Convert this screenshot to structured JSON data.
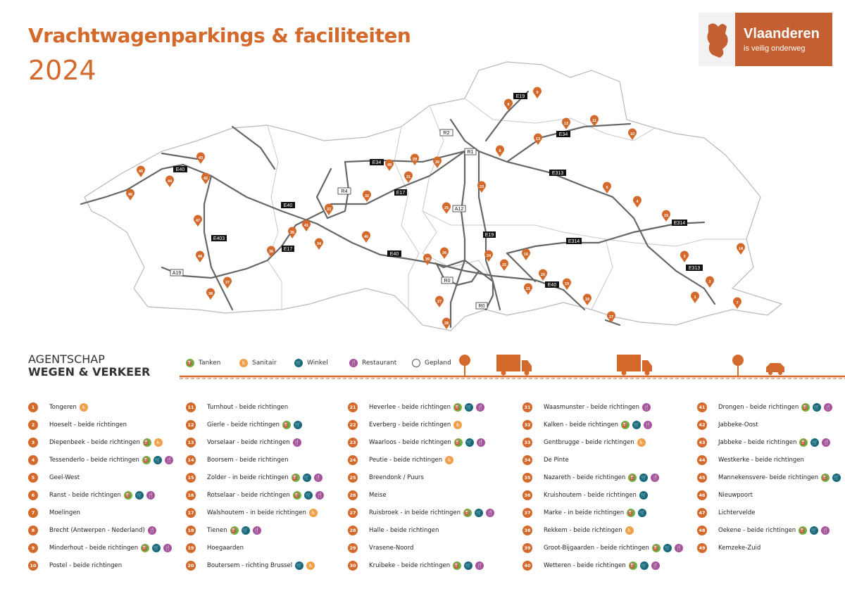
{
  "title": "Vrachtwagenparkings & faciliteiten",
  "year": "2024",
  "logo": {
    "name": "Vlaanderen",
    "tagline": "is veilig onderweg"
  },
  "agency": {
    "line1": "AGENTSCHAP",
    "line2": "WEGEN & VERKEER"
  },
  "colors": {
    "accent": "#d4692c",
    "tanken": "#6db33f",
    "sanitair": "#f0a04b",
    "winkel": "#16697a",
    "restaurant": "#a8519d"
  },
  "legend": {
    "tanken": "Tanken",
    "sanitair": "Sanitair",
    "winkel": "Winkel",
    "restaurant": "Restaurant",
    "gepland": "Gepland"
  },
  "road_labels": [
    "E19",
    "R2",
    "R1",
    "E34",
    "E34",
    "E313",
    "E40",
    "R4",
    "E17",
    "A12",
    "E40",
    "E403",
    "E17",
    "E19",
    "E40",
    "E314",
    "E314",
    "E313",
    "A19",
    "R0",
    "R0",
    "E40"
  ],
  "parkings": [
    {
      "n": "1",
      "name": "Tongeren",
      "f": [
        "san"
      ]
    },
    {
      "n": "2",
      "name": "Hoeselt - beide richtingen",
      "f": []
    },
    {
      "n": "3",
      "name": "Diepenbeek - beide richtingen",
      "f": [
        "tank",
        "san"
      ]
    },
    {
      "n": "4",
      "name": "Tessenderlo - beide richtingen",
      "f": [
        "tank",
        "win",
        "res"
      ]
    },
    {
      "n": "5",
      "name": "Geel-West",
      "f": []
    },
    {
      "n": "6",
      "name": "Ranst - beide richtingen",
      "f": [
        "tank",
        "win",
        "res"
      ]
    },
    {
      "n": "7",
      "name": "Moelingen",
      "f": []
    },
    {
      "n": "8",
      "name": "Brecht (Antwerpen - Nederland)",
      "f": [
        "res"
      ]
    },
    {
      "n": "9",
      "name": "Minderhout - beide richtingen",
      "f": [
        "tank",
        "win",
        "res"
      ]
    },
    {
      "n": "10",
      "name": "Postel - beide richtingen",
      "f": []
    },
    {
      "n": "11",
      "name": "Turnhout - beide richtingen",
      "f": []
    },
    {
      "n": "12",
      "name": "Gierle - beide richtingen",
      "f": [
        "tank",
        "win"
      ]
    },
    {
      "n": "13",
      "name": "Vorselaar - beide richtingen",
      "f": [
        "res"
      ]
    },
    {
      "n": "14",
      "name": "Boorsem - beide richtingen",
      "f": []
    },
    {
      "n": "15",
      "name": "Zolder - in beide richtingen",
      "f": [
        "tank",
        "win",
        "res"
      ]
    },
    {
      "n": "16",
      "name": "Rotselaar - beide richtingen",
      "f": [
        "tank",
        "win",
        "res"
      ]
    },
    {
      "n": "17",
      "name": "Walshoutem - in beide richtingen",
      "f": [
        "san"
      ]
    },
    {
      "n": "18",
      "name": "Tienen",
      "f": [
        "tank",
        "win",
        "res"
      ]
    },
    {
      "n": "19",
      "name": "Hoegaarden",
      "f": []
    },
    {
      "n": "20",
      "name": "Boutersem - richting Brussel",
      "f": [
        "win",
        "san"
      ]
    },
    {
      "n": "21",
      "name": "Heverlee - beide richtingen",
      "f": [
        "tank",
        "win",
        "res"
      ]
    },
    {
      "n": "22",
      "name": "Everberg - beide richtingen",
      "f": [
        "san"
      ]
    },
    {
      "n": "23",
      "name": "Waarloos - beide richtingen",
      "f": [
        "tank",
        "win",
        "res"
      ]
    },
    {
      "n": "24",
      "name": "Peutie - beide richtingen",
      "f": [
        "san"
      ]
    },
    {
      "n": "25",
      "name": "Breendonk / Puurs",
      "f": []
    },
    {
      "n": "26",
      "name": "Meise",
      "f": []
    },
    {
      "n": "27",
      "name": "Ruisbroek - in beide richtingen",
      "f": [
        "tank",
        "win",
        "res"
      ]
    },
    {
      "n": "28",
      "name": "Halle - beide richtingen",
      "f": []
    },
    {
      "n": "29",
      "name": "Vrasene-Noord",
      "f": []
    },
    {
      "n": "30",
      "name": "Kruibeke - beide richtingen",
      "f": [
        "tank",
        "win",
        "res"
      ]
    },
    {
      "n": "31",
      "name": "Waasmunster - beide richtingen",
      "f": [
        "res"
      ]
    },
    {
      "n": "32",
      "name": "Kalken - beide richtingen",
      "f": [
        "tank",
        "win",
        "res"
      ]
    },
    {
      "n": "33",
      "name": "Gentbrugge - beide richtingen",
      "f": [
        "san"
      ]
    },
    {
      "n": "34",
      "name": "De Pinte",
      "f": []
    },
    {
      "n": "35",
      "name": "Nazareth - beide richtingen",
      "f": [
        "tank",
        "win",
        "res"
      ]
    },
    {
      "n": "36",
      "name": "Kruishoutem - beide richtingen",
      "f": [
        "win"
      ]
    },
    {
      "n": "37",
      "name": "Marke - in beide richtingen",
      "f": [
        "tank",
        "win"
      ]
    },
    {
      "n": "38",
      "name": "Rekkem - beide richtingen",
      "f": [
        "san"
      ]
    },
    {
      "n": "39",
      "name": "Groot-Bijgaarden - beide richtingen",
      "f": [
        "tank",
        "win",
        "res"
      ]
    },
    {
      "n": "40",
      "name": "Wetteren - beide richtingen",
      "f": [
        "tank",
        "win",
        "res"
      ]
    },
    {
      "n": "41",
      "name": "Drongen - beide richtingen",
      "f": [
        "tank",
        "win",
        "res"
      ]
    },
    {
      "n": "42",
      "name": "Jabbeke-Oost",
      "f": []
    },
    {
      "n": "43",
      "name": "Jabbeke - beide richtingen",
      "f": [
        "tank",
        "win",
        "res"
      ]
    },
    {
      "n": "44",
      "name": "Westkerke - beide richtingen",
      "f": []
    },
    {
      "n": "45",
      "name": "Mannekensvere- beide richtingen",
      "f": [
        "tank",
        "win"
      ]
    },
    {
      "n": "46",
      "name": "Nieuwpoort",
      "f": []
    },
    {
      "n": "47",
      "name": "Lichtervelde",
      "f": []
    },
    {
      "n": "48",
      "name": "Oekene - beide richtingen",
      "f": [
        "tank",
        "win",
        "res"
      ]
    },
    {
      "n": "49",
      "name": "Kemzeke-Zuid",
      "f": []
    }
  ]
}
